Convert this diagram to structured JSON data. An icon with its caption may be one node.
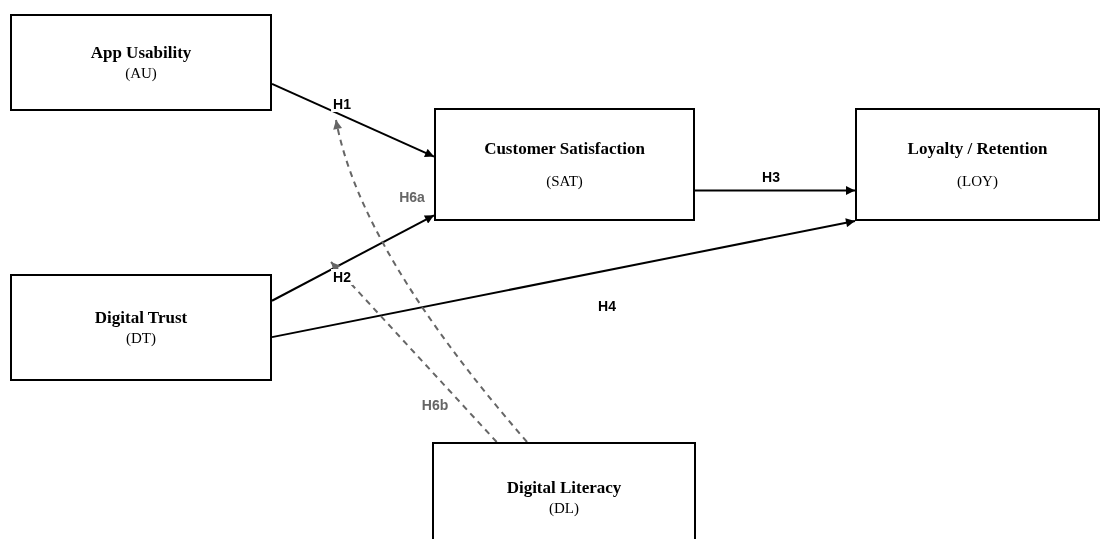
{
  "diagram": {
    "nodes": [
      {
        "text": [
          "App Usability",
          "(AU)"
        ]
      },
      {
        "text": [
          "Customer Satisfaction",
          "(SAT)"
        ]
      },
      {
        "text": [
          "Loyalty / Retention",
          "(LOY)"
        ]
      },
      {
        "text": [
          "Digital Trust",
          "(DT)"
        ]
      },
      {
        "text": [
          "Digital Literacy",
          "(DL)"
        ]
      }
    ],
    "edges": [
      {
        "from": 0,
        "to": 1,
        "arrow": "to",
        "label": "H1"
      },
      {
        "from": 3,
        "to": 1,
        "arrow": "to",
        "label": "H2"
      },
      {
        "from": 1,
        "to": 2,
        "arrow": "to",
        "label": "H3"
      },
      {
        "from": 3,
        "to": 2,
        "arrow": "to",
        "label": "H4"
      },
      {
        "from": 4,
        "to": null,
        "arrow": "to",
        "label": "H6a",
        "style": "dashed",
        "color": "#666666"
      },
      {
        "from": 4,
        "to": null,
        "arrow": "to",
        "label": "H6b",
        "style": "dashed",
        "color": "#666666"
      }
    ]
  }
}
